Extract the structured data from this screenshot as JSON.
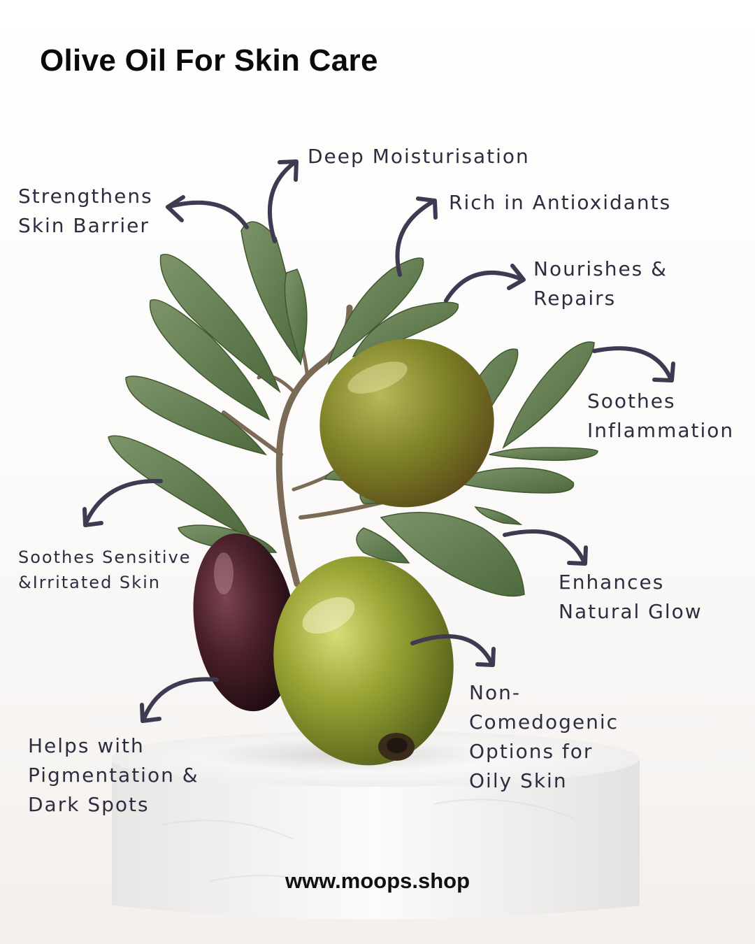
{
  "title": "Olive Oil For Skin Care",
  "benefits": {
    "deep_moisturisation": "Deep Moisturisation",
    "strengthens_barrier": "Strengthens\nSkin Barrier",
    "rich_antioxidants": "Rich in Antioxidants",
    "nourishes_repairs": "Nourishes &\nRepairs",
    "soothes_inflammation": "Soothes\nInflammation",
    "soothes_sensitive": "Soothes Sensitive\n&Irritated Skin",
    "enhances_glow": "Enhances\nNatural Glow",
    "non_comedogenic": "Non-\nComedogenic\nOptions for\nOily Skin",
    "pigmentation": " Helps with\nPigmentation &\nDark Spots"
  },
  "footer": "www.moops.shop",
  "colors": {
    "text": "#2e2c40",
    "arrow": "#3d3a52",
    "leaf": "#5f7a4c",
    "olive_green": "#8a9a2e",
    "olive_dark": "#3a1820"
  }
}
